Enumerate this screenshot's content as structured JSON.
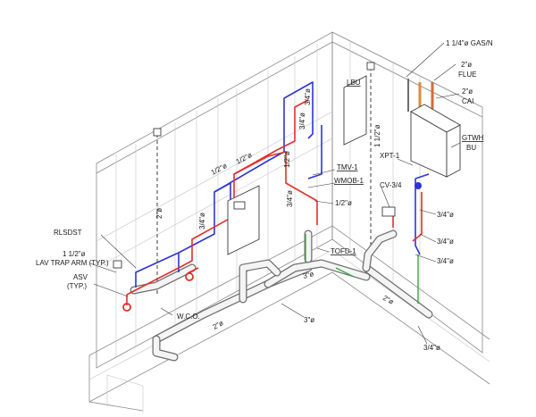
{
  "labels": {
    "gas": "1 1/4\"ø GAS/N",
    "flue_size": "2\"ø",
    "flue": "FLUE",
    "cai_size": "2\"ø",
    "cai": "CAI",
    "lbu": "LBU",
    "gtwh": "GTWH",
    "bu": "BU",
    "xpt": "XPT-1",
    "cv": "CV-3/4",
    "tmv": "TMV-1",
    "wmob": "WMOB-1",
    "half_in_a": "1/2\"ø",
    "half_in_b": "1/2\"ø",
    "half_in_c": "1/2\"ø",
    "half_in_d": "1/2\"ø",
    "three_qtr_a": "3/4\"ø",
    "three_qtr_b": "3/4\"ø",
    "three_qtr_c": "3/4\"ø",
    "three_qtr_d": "3/4\"ø",
    "three_qtr_e": "3/4\"ø",
    "three_qtr_f": "3/4\"ø",
    "three_qtr_g": "3/4\"ø",
    "three_qtr_h": "3/4\"ø",
    "one_half_in": "1 1/2\"ø",
    "two_in_a": "2\"ø",
    "two_in_b": "2\"ø",
    "two_in_c": "2\"ø",
    "three_in_a": "3\"ø",
    "three_in_b": "3\"ø",
    "rlsdst": "RLSDST",
    "lav_size": "1 1/2\"ø",
    "lav": "LAV TRAP ARM (TYP.)",
    "asv": "ASV",
    "asv_typ": "(TYP.)",
    "wco": "W.C.O.",
    "tofd": "TOFD-1"
  },
  "colors": {
    "hot_water": "#e2302a",
    "cold_water": "#2d35d8",
    "vent": "#3ea543",
    "drain": "#6e6e6e"
  }
}
